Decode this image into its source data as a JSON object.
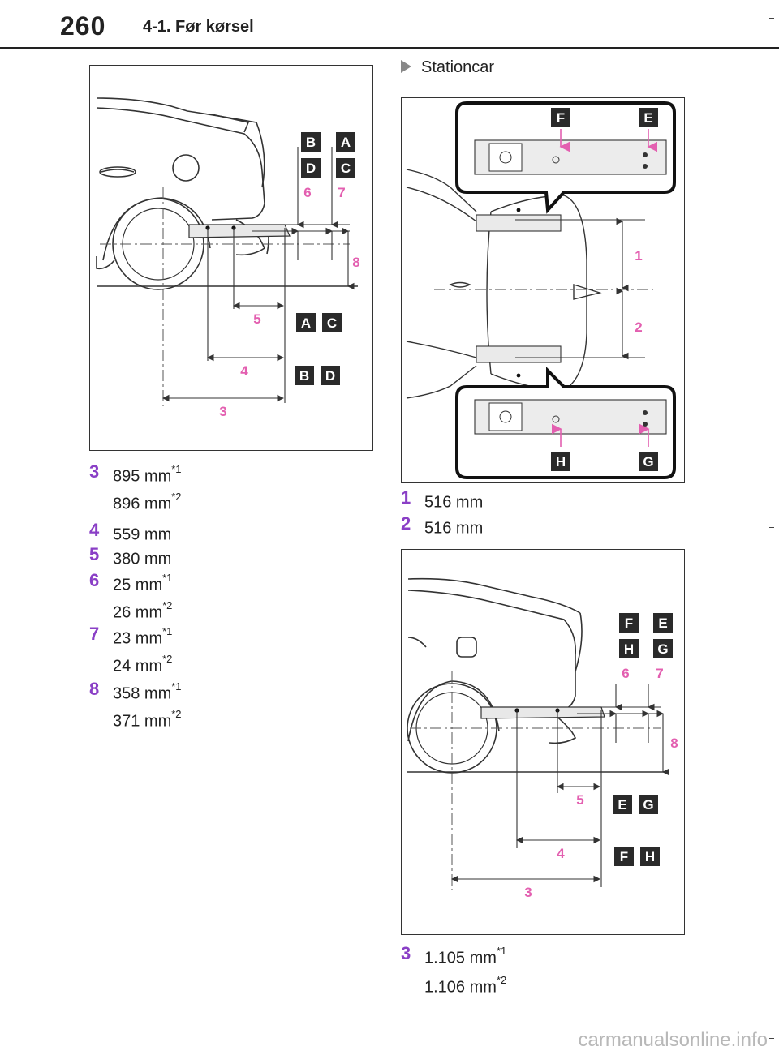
{
  "header": {
    "page_number": "260",
    "section": "4-1. Før kørsel"
  },
  "figure1": {
    "box_labels": [
      "B",
      "A",
      "D",
      "C",
      "A",
      "C",
      "B",
      "D"
    ],
    "dim_labels": [
      "6",
      "7",
      "8",
      "5",
      "4",
      "3"
    ]
  },
  "subheading": "Stationcar",
  "figure2": {
    "box_labels": [
      "F",
      "E",
      "H",
      "G"
    ],
    "dim_labels": [
      "1",
      "2"
    ]
  },
  "figure3": {
    "box_labels": [
      "F",
      "E",
      "H",
      "G",
      "E",
      "G",
      "F",
      "H"
    ],
    "dim_labels": [
      "6",
      "7",
      "8",
      "5",
      "4",
      "3"
    ]
  },
  "list1": [
    {
      "num": "3",
      "val": "895 mm",
      "sup": "*1"
    },
    {
      "num": "",
      "val": "896 mm",
      "sup": "*2"
    },
    {
      "num": "4",
      "val": "559 mm",
      "sup": ""
    },
    {
      "num": "5",
      "val": "380 mm",
      "sup": ""
    },
    {
      "num": "6",
      "val": "25 mm",
      "sup": "*1"
    },
    {
      "num": "",
      "val": "26 mm",
      "sup": "*2"
    },
    {
      "num": "7",
      "val": "23 mm",
      "sup": "*1"
    },
    {
      "num": "",
      "val": "24 mm",
      "sup": "*2"
    },
    {
      "num": "8",
      "val": "358 mm",
      "sup": "*1"
    },
    {
      "num": "",
      "val": "371 mm",
      "sup": "*2"
    }
  ],
  "list2": [
    {
      "num": "1",
      "val": "516 mm",
      "sup": ""
    },
    {
      "num": "2",
      "val": "516 mm",
      "sup": ""
    }
  ],
  "list3": [
    {
      "num": "3",
      "val": "1.105 mm",
      "sup": "*1"
    },
    {
      "num": "",
      "val": "1.106 mm",
      "sup": "*2"
    }
  ],
  "watermark": "carmanualsonline.info",
  "colors": {
    "accent": "#8a3fc6",
    "dimension": "#e35fb0",
    "box": "#2a2a2a"
  }
}
